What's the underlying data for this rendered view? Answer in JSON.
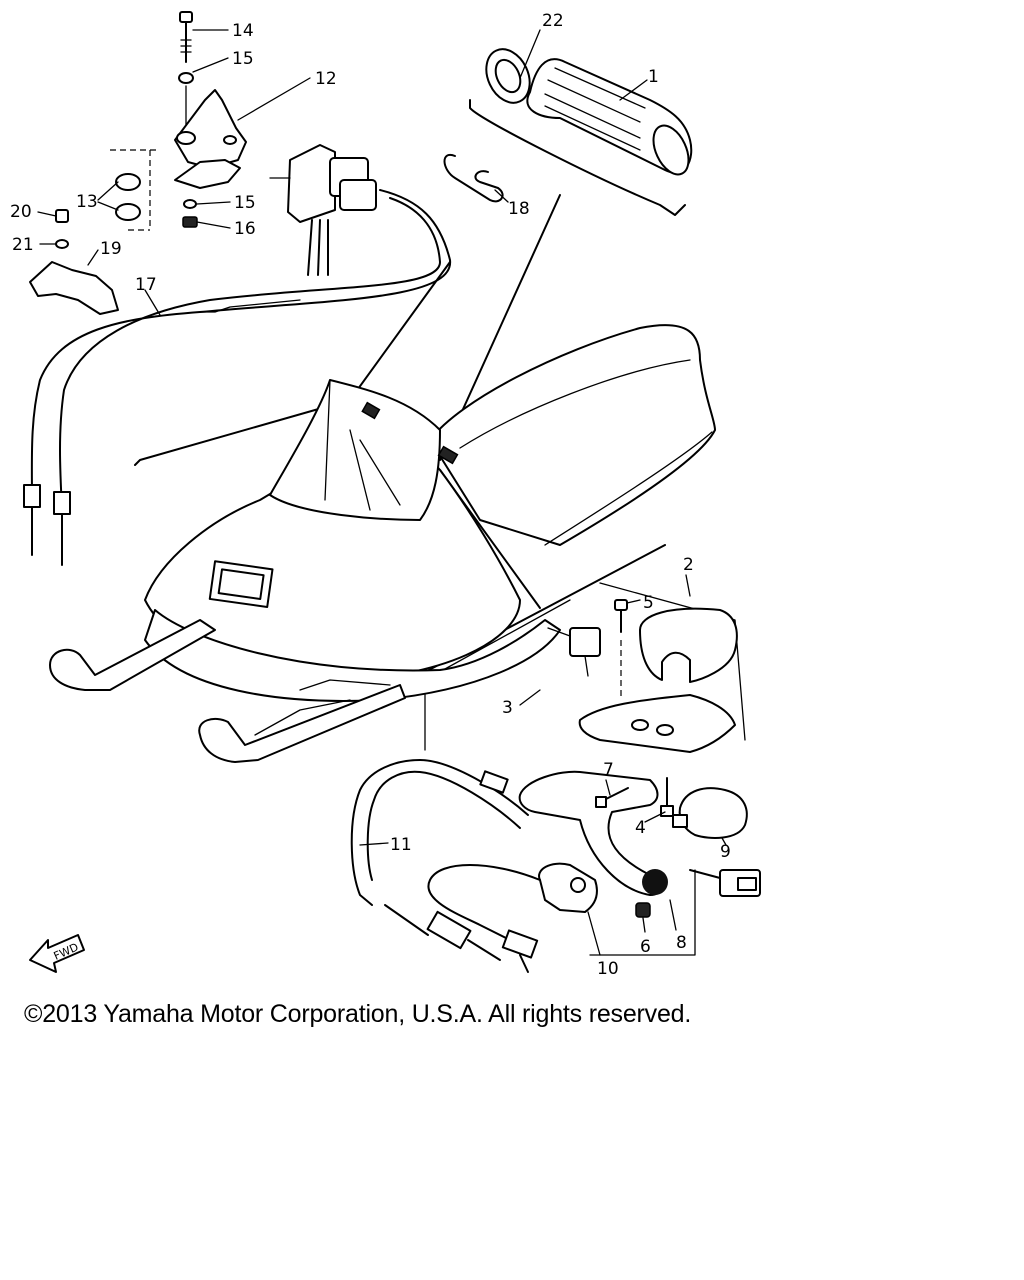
{
  "diagram": {
    "part_labels": {
      "p1": "1",
      "p2": "2",
      "p3": "3",
      "p4": "4",
      "p5": "5",
      "p6": "6",
      "p7": "7",
      "p8": "8",
      "p9": "9",
      "p10": "10",
      "p11": "11",
      "p12": "12",
      "p13": "13",
      "p14": "14",
      "p15a": "15",
      "p15b": "15",
      "p16": "16",
      "p17": "17",
      "p18": "18",
      "p19": "19",
      "p20": "20",
      "p21": "21",
      "p22": "22"
    },
    "fwd_label": "FWD"
  },
  "footer": {
    "copyright": "©2013 Yamaha Motor Corporation, U.S.A. All rights reserved."
  }
}
